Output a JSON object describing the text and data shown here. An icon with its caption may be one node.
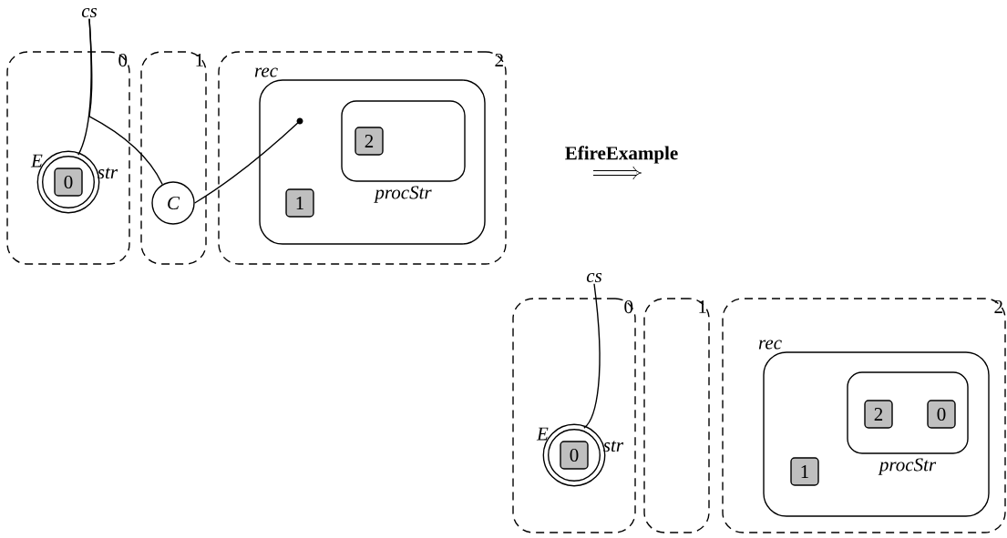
{
  "diagram": {
    "nodes": [
      {
        "text": [
          "cs"
        ]
      },
      {
        "text": [
          "0"
        ]
      },
      {
        "text": [
          "E",
          "str"
        ],
        "in": 1
      },
      {
        "text": [
          "0"
        ],
        "in": 2
      },
      {
        "text": [
          "1"
        ]
      },
      {
        "text": [
          "C"
        ],
        "in": 4
      },
      {
        "text": [
          "2"
        ]
      },
      {
        "text": [
          "rec"
        ],
        "in": 6
      },
      {
        "text": [],
        "shape": "circle",
        "in": 7
      },
      {
        "text": [
          "procStr"
        ],
        "in": 7
      },
      {
        "text": [
          "2"
        ],
        "in": 9
      },
      {
        "text": [
          "1"
        ],
        "in": 7
      },
      {
        "text": [
          "cs"
        ]
      },
      {
        "text": [
          "0"
        ]
      },
      {
        "text": [
          "E",
          "str"
        ],
        "in": 13
      },
      {
        "text": [
          "0"
        ],
        "in": 14
      },
      {
        "text": [
          "1"
        ]
      },
      {
        "text": [
          "2"
        ]
      },
      {
        "text": [
          "rec"
        ],
        "in": 17
      },
      {
        "text": [
          "procStr"
        ],
        "in": 18
      },
      {
        "text": [
          "2"
        ],
        "in": 19
      },
      {
        "text": [
          "0"
        ],
        "in": 19
      },
      {
        "text": [
          "1"
        ],
        "in": 18
      }
    ],
    "edges": [
      {
        "from": 0,
        "to": 2,
        "arrow": "none"
      },
      {
        "from": 0,
        "to": 5,
        "arrow": "none"
      },
      {
        "from": 5,
        "to": 8,
        "arrow": "none"
      },
      {
        "from": 12,
        "to": 14,
        "arrow": "none"
      }
    ],
    "labels": [
      "EfireExample"
    ]
  }
}
